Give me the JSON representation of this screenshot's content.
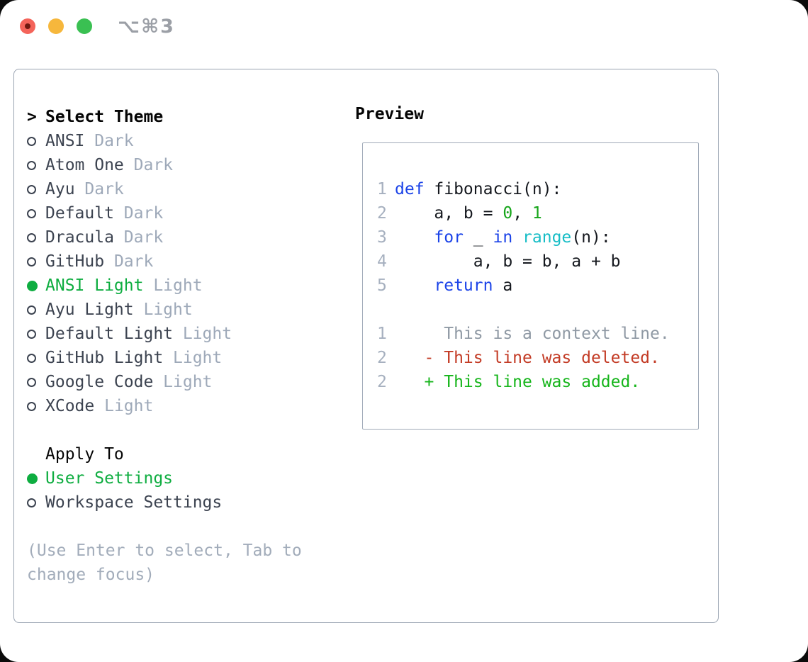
{
  "window": {
    "title_shortcut": "⌥⌘3"
  },
  "traffic_lights": {
    "close_color": "#f4645a",
    "close_dot_color": "#701910",
    "minimize_color": "#f6b73c",
    "zoom_color": "#3ac052"
  },
  "theme_panel": {
    "header_marker": ">",
    "header": "Select Theme",
    "items": [
      {
        "name": "ANSI",
        "variant": "Dark",
        "selected": false
      },
      {
        "name": "Atom One",
        "variant": "Dark",
        "selected": false
      },
      {
        "name": "Ayu",
        "variant": "Dark",
        "selected": false
      },
      {
        "name": "Default",
        "variant": "Dark",
        "selected": false
      },
      {
        "name": "Dracula",
        "variant": "Dark",
        "selected": false
      },
      {
        "name": "GitHub",
        "variant": "Dark",
        "selected": false
      },
      {
        "name": "ANSI Light",
        "variant": "Light",
        "selected": true
      },
      {
        "name": "Ayu Light",
        "variant": "Light",
        "selected": false
      },
      {
        "name": "Default Light",
        "variant": "Light",
        "selected": false
      },
      {
        "name": "GitHub Light",
        "variant": "Light",
        "selected": false
      },
      {
        "name": "Google Code",
        "variant": "Light",
        "selected": false
      },
      {
        "name": "XCode",
        "variant": "Light",
        "selected": false
      }
    ],
    "apply_to": {
      "header": "Apply To",
      "options": [
        {
          "label": "User Settings",
          "selected": true
        },
        {
          "label": "Workspace Settings",
          "selected": false
        }
      ]
    },
    "hint_lines": [
      "(Use Enter to select, Tab to",
      "change focus)"
    ]
  },
  "preview": {
    "header": "Preview",
    "code_lines": [
      {
        "num": "1",
        "tokens": [
          {
            "t": "def ",
            "c": "kw"
          },
          {
            "t": "fibonacci(n):",
            "c": "fg"
          }
        ]
      },
      {
        "num": "2",
        "tokens": [
          {
            "t": "    a, b = ",
            "c": "fg"
          },
          {
            "t": "0",
            "c": "num"
          },
          {
            "t": ", ",
            "c": "fg"
          },
          {
            "t": "1",
            "c": "num"
          }
        ]
      },
      {
        "num": "3",
        "tokens": [
          {
            "t": "    ",
            "c": "fg"
          },
          {
            "t": "for",
            "c": "kw"
          },
          {
            "t": " _ ",
            "c": "fg"
          },
          {
            "t": "in",
            "c": "kw"
          },
          {
            "t": " ",
            "c": "fg"
          },
          {
            "t": "range",
            "c": "fn"
          },
          {
            "t": "(n):",
            "c": "fg"
          }
        ]
      },
      {
        "num": "4",
        "tokens": [
          {
            "t": "        a, b = b, a + b",
            "c": "fg"
          }
        ]
      },
      {
        "num": "5",
        "tokens": [
          {
            "t": "    ",
            "c": "fg"
          },
          {
            "t": "return",
            "c": "kw"
          },
          {
            "t": " a",
            "c": "fg"
          }
        ]
      }
    ],
    "diff_lines": [
      {
        "num": "1",
        "text": "     This is a context line.",
        "c": "context"
      },
      {
        "num": "2",
        "text": "   - This line was deleted.",
        "c": "deleted"
      },
      {
        "num": "2",
        "text": "   + This line was added.",
        "c": "added"
      }
    ]
  },
  "colors": {
    "kw": "#1b43e8",
    "fn": "#16bdc6",
    "num": "#16a51a",
    "fg": "#15181e",
    "context": "#8f99a4",
    "deleted": "#c33b25",
    "added": "#16b51b",
    "linenum": "#a6b0bf",
    "item_name": "#3c4350",
    "variant": "#9ea9b9",
    "select_green": "#0ead40",
    "hint": "#a2acba",
    "header_text": "#050505",
    "title_gray": "#9b9fa6"
  }
}
